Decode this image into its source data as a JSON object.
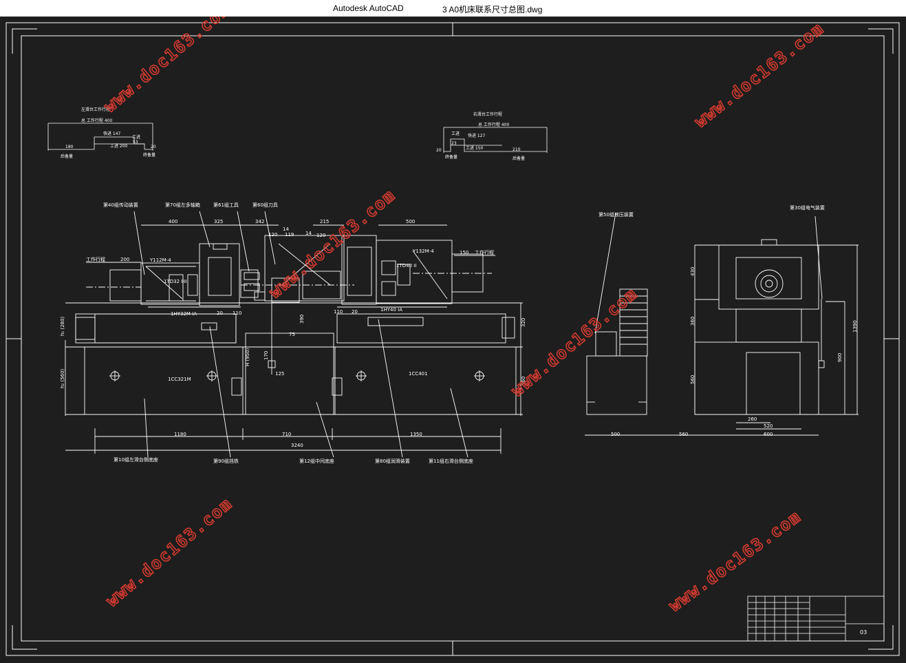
{
  "window": {
    "app_name": "Autodesk AutoCAD",
    "file_name": "3 A0机床联系尺寸总图.dwg"
  },
  "colors": {
    "background": "#1e1e1e",
    "line": "#ffffff",
    "watermark": "#d33a2f"
  },
  "watermark": "www.doc163.com",
  "stroke_diagrams": {
    "left": {
      "title": "左滑台工作行程",
      "total": "总 工作行程  400",
      "fast_in": "快进 147",
      "work_in": "工进 200",
      "work_label": "工进",
      "v53": "53",
      "v180": "180",
      "v20": "20",
      "reserve": "后备量",
      "end": "终备量"
    },
    "right": {
      "title": "右滑台工作行程",
      "total": "总 工作行程  400",
      "fast_in": "快进 127",
      "work_in": "工进 150",
      "work_label": "工进",
      "v23": "23",
      "v210": "210",
      "v20": "20",
      "reserve": "后备量",
      "end": "终备量"
    }
  },
  "front_view": {
    "callouts": {
      "c40": "第40组传动装置",
      "c70": "第70组左多轴箱",
      "c61": "第61组工具",
      "c60": "第60组刀具",
      "c10": "第10组左滑台侧底座",
      "c90": "第90组挡铁",
      "c12": "第12组中间底座",
      "c80": "第80组润滑装置",
      "c11": "第11组右滑台侧底座"
    },
    "labels": {
      "motor_left": "Y112M-4",
      "motor_right": "Y132M-4",
      "head_left": "1TD32 IIII",
      "head_right": "1TD40 II",
      "slide_left": "1HY32M IA",
      "slide_right": "1HY40 IA",
      "base_left": "1CC321M",
      "base_right": "1CC401",
      "stroke_left": "工作行程",
      "stroke_right": "工作行程",
      "h1": "h₁ (280)",
      "h2": "h₂ (560)",
      "H": "H (950)"
    },
    "dims": {
      "d400": "400",
      "d325": "325",
      "d342": "342",
      "d215": "215",
      "d500": "500",
      "d200": "200",
      "d150": "150",
      "d120a": "120",
      "d119": "119",
      "d14a": "14",
      "d14b": "14",
      "d120b": "120",
      "d20a": "20",
      "d110a": "110",
      "d110b": "110",
      "d20b": "20",
      "d390": "390",
      "d75": "75",
      "d170": "170",
      "d125": "125",
      "d320": "320",
      "d560": "560",
      "d1180": "1180",
      "d710": "710",
      "d1350": "1350",
      "d3240": "3240"
    }
  },
  "hydraulic_view": {
    "callout": "第50组液压装置",
    "d500": "500",
    "d560": "560"
  },
  "side_view": {
    "callout": "第30组电气装置",
    "d430": "430",
    "d360": "360",
    "d560": "560",
    "d1390": "1390",
    "d900": "900",
    "d260": "260",
    "d520": "520",
    "d600": "600"
  },
  "title_block": {
    "sheet": "03"
  }
}
